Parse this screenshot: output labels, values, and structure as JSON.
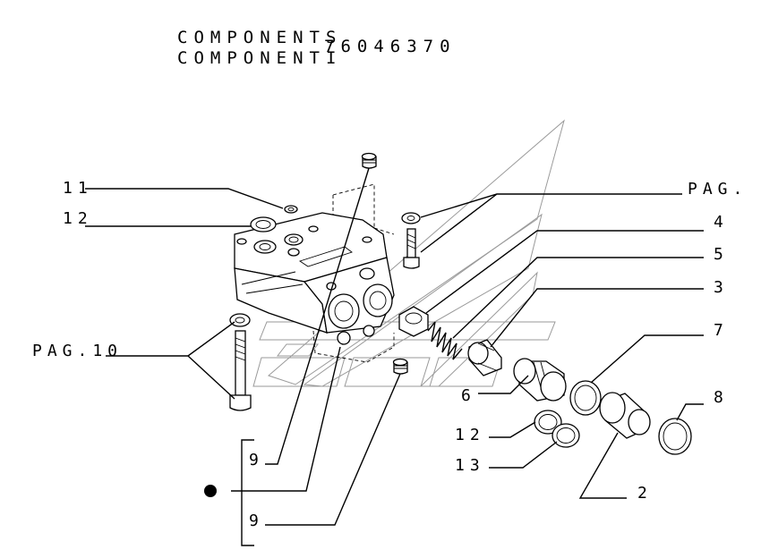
{
  "header": {
    "title_en": "COMPONENTS",
    "title_it": "COMPONENTI",
    "part_number": "76046370"
  },
  "callouts": {
    "c11": "11",
    "c12_left": "12",
    "pag_right": "PAG.",
    "pag_left": "PAG.10",
    "c4": "4",
    "c5": "5",
    "c3": "3",
    "c7": "7",
    "c6": "6",
    "c8": "8",
    "c12_right": "12",
    "c13": "13",
    "c2": "2",
    "c9_top": "9",
    "c9_bottom": "9"
  },
  "colors": {
    "line": "#000000",
    "watermark": "#9a9a9a",
    "background": "#ffffff"
  }
}
